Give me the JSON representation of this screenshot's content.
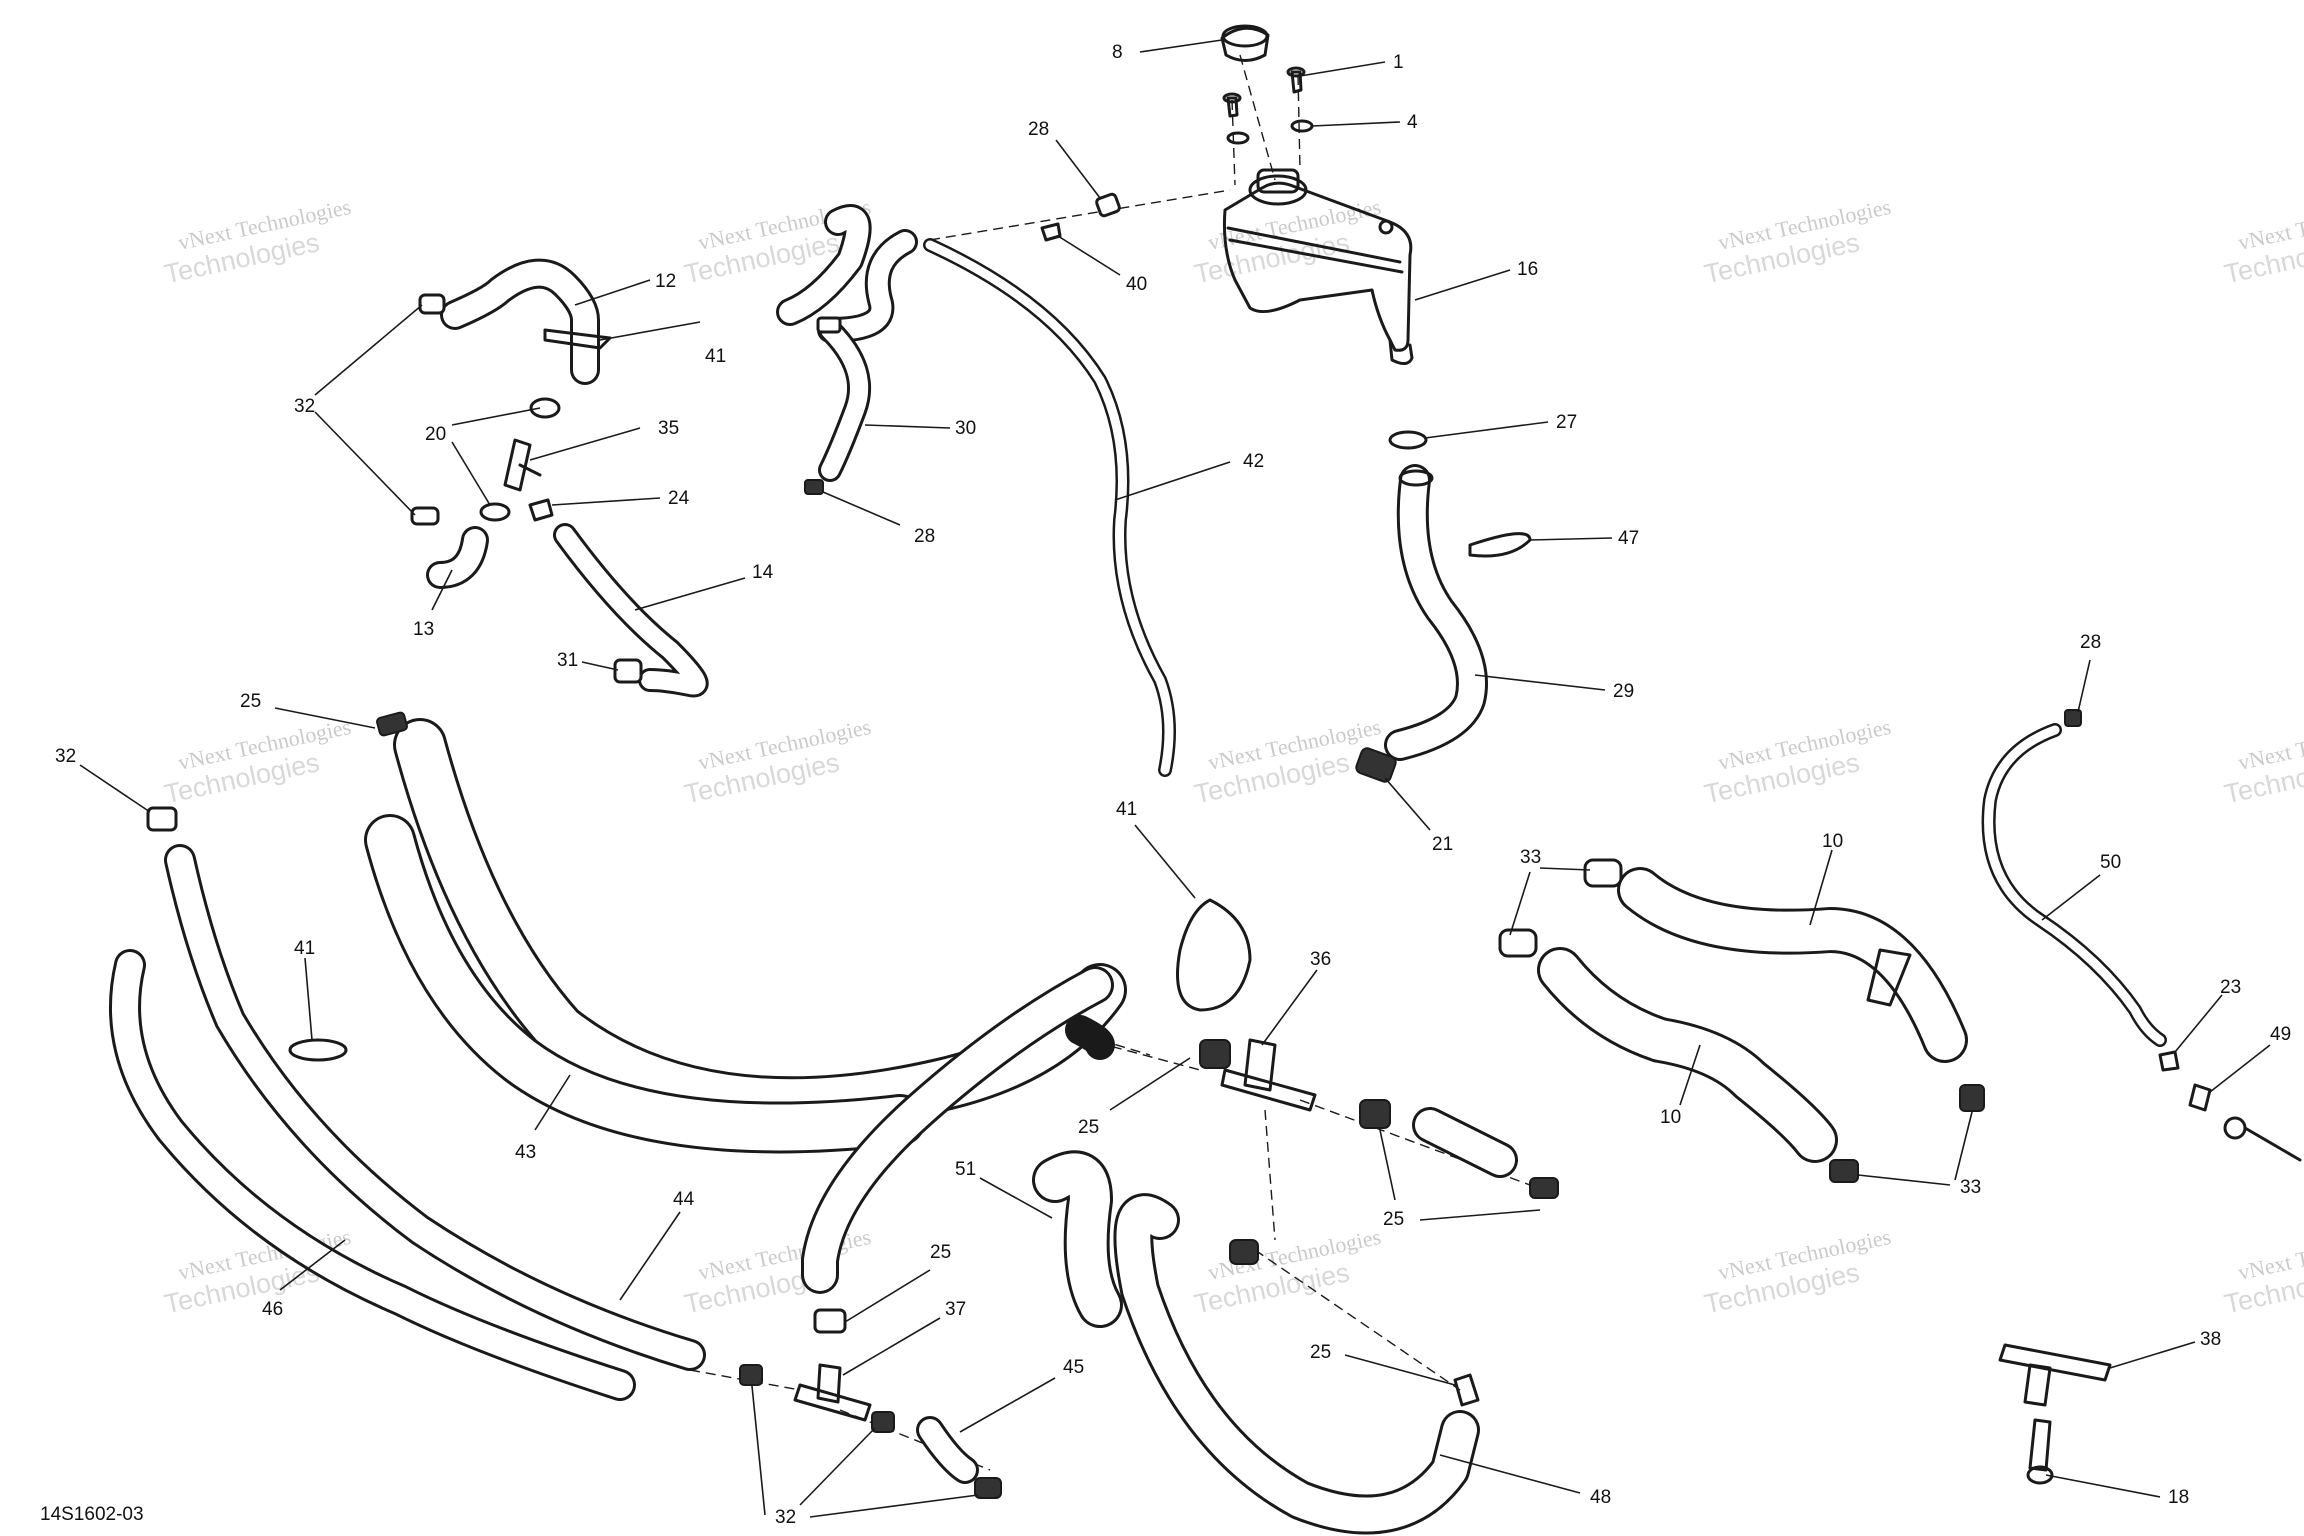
{
  "figure_code": "14S1602-03",
  "watermark": {
    "line1": "vNext Technologies",
    "line2": "Technologies"
  },
  "callouts": [
    {
      "n": "8"
    },
    {
      "n": "1"
    },
    {
      "n": "4"
    },
    {
      "n": "28"
    },
    {
      "n": "40"
    },
    {
      "n": "16"
    },
    {
      "n": "12"
    },
    {
      "n": "41"
    },
    {
      "n": "32"
    },
    {
      "n": "20"
    },
    {
      "n": "35"
    },
    {
      "n": "24"
    },
    {
      "n": "13"
    },
    {
      "n": "14"
    },
    {
      "n": "31"
    },
    {
      "n": "30"
    },
    {
      "n": "28"
    },
    {
      "n": "42"
    },
    {
      "n": "27"
    },
    {
      "n": "47"
    },
    {
      "n": "29"
    },
    {
      "n": "21"
    },
    {
      "n": "25"
    },
    {
      "n": "32"
    },
    {
      "n": "41"
    },
    {
      "n": "43"
    },
    {
      "n": "44"
    },
    {
      "n": "46"
    },
    {
      "n": "41"
    },
    {
      "n": "36"
    },
    {
      "n": "25"
    },
    {
      "n": "25"
    },
    {
      "n": "51"
    },
    {
      "n": "25"
    },
    {
      "n": "37"
    },
    {
      "n": "45"
    },
    {
      "n": "25"
    },
    {
      "n": "48"
    },
    {
      "n": "32"
    },
    {
      "n": "33"
    },
    {
      "n": "10"
    },
    {
      "n": "10"
    },
    {
      "n": "33"
    },
    {
      "n": "28"
    },
    {
      "n": "50"
    },
    {
      "n": "23"
    },
    {
      "n": "49"
    },
    {
      "n": "38"
    },
    {
      "n": "18"
    }
  ]
}
